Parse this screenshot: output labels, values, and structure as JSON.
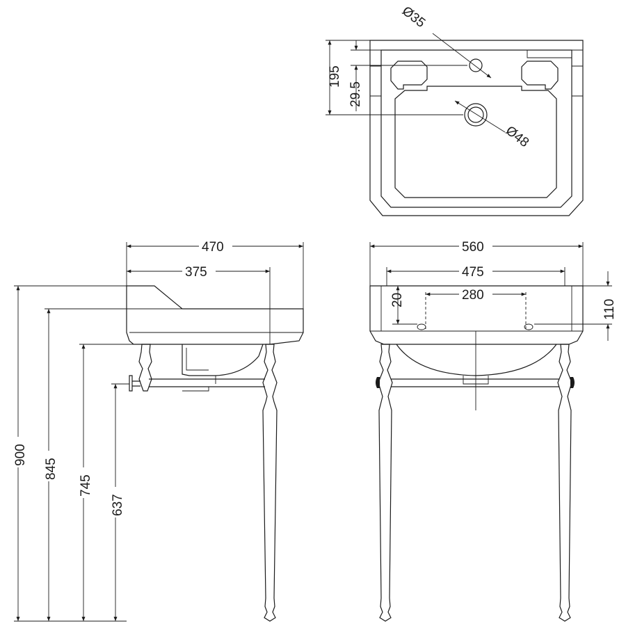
{
  "dimensions": {
    "top_view": {
      "tap_hole_diameter": "Ø35",
      "waste_hole_diameter": "Ø48",
      "depth_to_waste": "195",
      "depth_to_tap": "29.5"
    },
    "side_view": {
      "overall_depth": "470",
      "leg_offset_depth": "375",
      "total_height": "900",
      "height_845": "845",
      "height_745": "745",
      "height_637": "637"
    },
    "front_view": {
      "overall_width": "560",
      "basin_width": "475",
      "tap_centres": "280",
      "rim_height": "20",
      "basin_thickness": "110"
    }
  }
}
